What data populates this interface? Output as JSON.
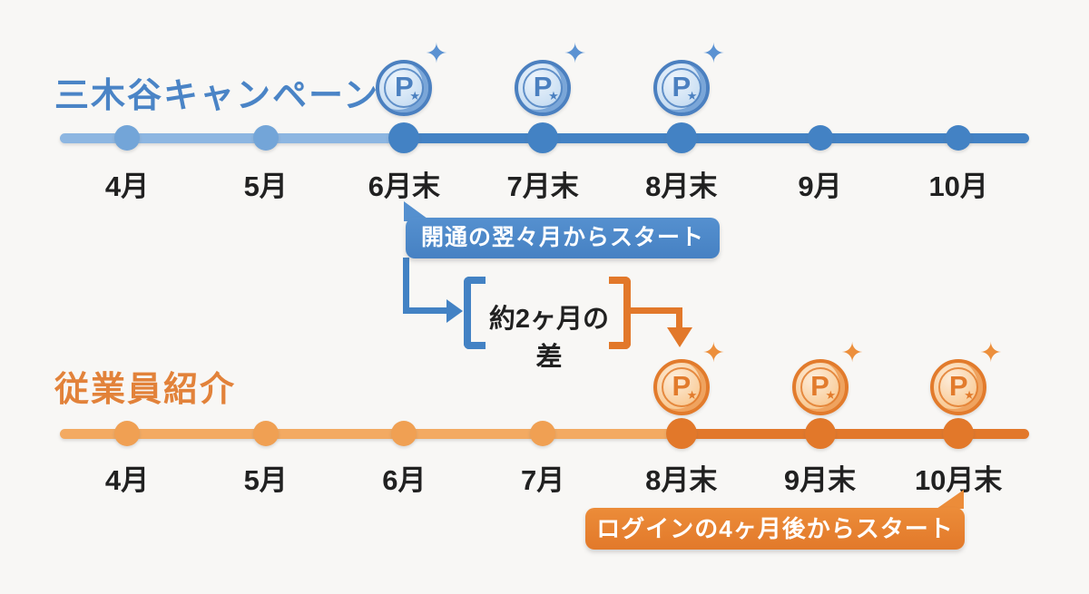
{
  "page": {
    "background": "#f8f7f5"
  },
  "colors": {
    "text": "#212121",
    "blue": {
      "title": "#4a84c6",
      "line_light": "#8db6e1",
      "dot_light": "#73a5d8",
      "dark": "#4382c4",
      "callout_top": "#5590cf",
      "callout_bottom": "#4681c3",
      "coin_border": "#4b80c0",
      "coin_fill_light": "#eef5fc",
      "coin_fill_deep": "#bfd8f0",
      "coin_edge": "#7aa6d8",
      "sparkle": "#5b92d2"
    },
    "orange": {
      "title": "#e2823a",
      "line_light": "#f3aa62",
      "dot_light": "#f0a053",
      "dark": "#e2782a",
      "callout_top": "#ec8c39",
      "callout_bottom": "#e2792a",
      "coin_border": "#e27b2c",
      "coin_fill_light": "#fdeedd",
      "coin_fill_deep": "#f8c488",
      "coin_edge": "#efa35f",
      "sparkle": "#ec8f3c"
    }
  },
  "top_timeline": {
    "title": "三木谷キャンペーン",
    "callout": "開通の翌々月からスタート",
    "months": [
      {
        "label": "4月",
        "phase": "light",
        "coin": false
      },
      {
        "label": "5月",
        "phase": "light",
        "coin": false
      },
      {
        "label": "6月末",
        "phase": "dark",
        "coin": true
      },
      {
        "label": "7月末",
        "phase": "dark",
        "coin": true
      },
      {
        "label": "8月末",
        "phase": "dark",
        "coin": true
      },
      {
        "label": "9月",
        "phase": "dark",
        "coin": false
      },
      {
        "label": "10月",
        "phase": "dark",
        "coin": false
      }
    ]
  },
  "bottom_timeline": {
    "title": "従業員紹介",
    "callout": "ログインの4ヶ月後からスタート",
    "months": [
      {
        "label": "4月",
        "phase": "light",
        "coin": false
      },
      {
        "label": "5月",
        "phase": "light",
        "coin": false
      },
      {
        "label": "6月",
        "phase": "light",
        "coin": false
      },
      {
        "label": "7月",
        "phase": "light",
        "coin": false
      },
      {
        "label": "8月末",
        "phase": "dark",
        "coin": true
      },
      {
        "label": "9月末",
        "phase": "dark",
        "coin": true
      },
      {
        "label": "10月末",
        "phase": "dark",
        "coin": true
      }
    ]
  },
  "gap_note": "約2ヶ月の差",
  "icons": {
    "coin_letter": "P",
    "coin_star": "★",
    "sparkle": "✦"
  }
}
